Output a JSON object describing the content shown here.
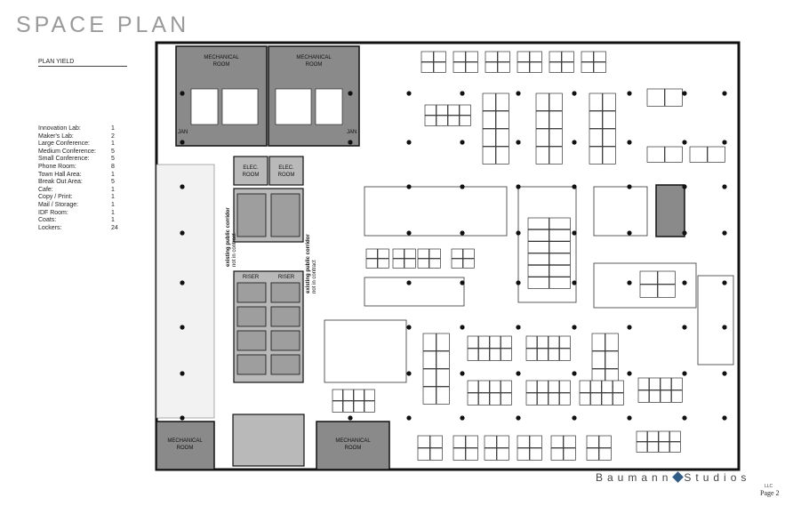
{
  "title": "SPACE PLAN",
  "plan_yield": {
    "heading": "PLAN YIELD",
    "rows": [
      {
        "label": "Innovation Lab:",
        "count": "1"
      },
      {
        "label": "Maker's Lab:",
        "count": "2"
      },
      {
        "label": "Large Conference:",
        "count": "1"
      },
      {
        "label": "Medium Conference:",
        "count": "5"
      },
      {
        "label": "Small Conference:",
        "count": "5"
      },
      {
        "label": "Phone Room:",
        "count": "8"
      },
      {
        "label": "Town Hall Area:",
        "count": "1"
      },
      {
        "label": "Break Out Area:",
        "count": "5"
      },
      {
        "label": "Cafe:",
        "count": "1"
      },
      {
        "label": "Copy / Print:",
        "count": "1"
      },
      {
        "label": "Mail / Storage:",
        "count": "1"
      },
      {
        "label": "IDF Room:",
        "count": "1"
      },
      {
        "label": "Coats:",
        "count": "1"
      },
      {
        "label": "Lockers:",
        "count": "24"
      }
    ]
  },
  "rooms": {
    "mech_top_left": "MECHANICAL",
    "mech_top_left_2": "ROOM",
    "mech_top_right": "MECHANICAL",
    "mech_top_right_2": "ROOM",
    "elec_1": "ELEC.",
    "elec_1b": "ROOM",
    "elec_2": "ELEC.",
    "elec_2b": "ROOM",
    "riser_1": "RISER",
    "riser_2": "RISER",
    "corridor_left": "existing public corridor",
    "corridor_left_2": "not in contract",
    "corridor_right": "existing public corridor",
    "corridor_right_2": "not in contract",
    "mech_bottom_left": "MECHANICAL",
    "mech_bottom_left_2": "ROOM",
    "mech_bottom_right": "MECHANICAL",
    "mech_bottom_right_2": "ROOM",
    "jan_left": "JAN",
    "jan_right": "JAN"
  },
  "brand": {
    "left": "Baumann",
    "right": "Studios",
    "sub": "LLC"
  },
  "page_label": "Page 2",
  "colors": {
    "mechanical": "#8a8a8a",
    "core": "#b9b9b9",
    "wall": "#111111",
    "brand_diamond": "#2f5d8a"
  }
}
